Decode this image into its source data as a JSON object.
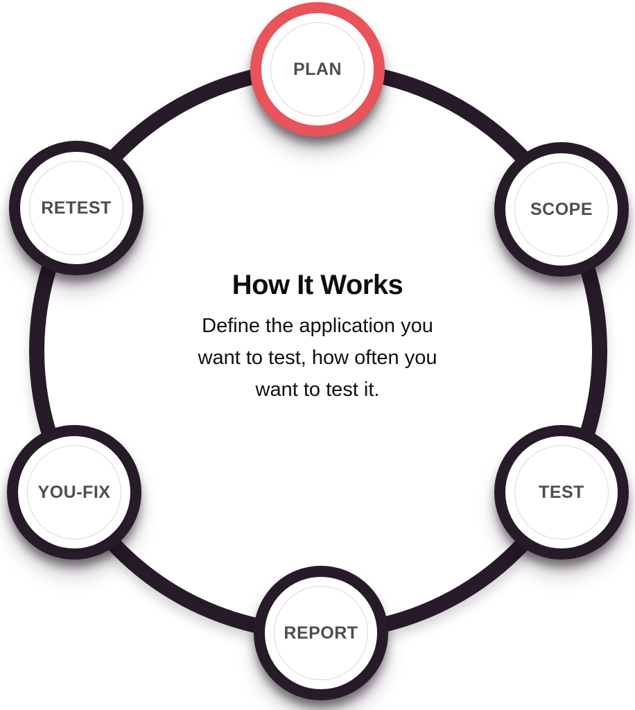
{
  "diagram": {
    "title": "How It Works",
    "description": "Define the application you want to test, how often you want to test it.",
    "description_lines": [
      "Define the application you",
      "want to test, how often you",
      "want to test it."
    ],
    "nodes": [
      {
        "label": "PLAN",
        "active": true
      },
      {
        "label": "SCOPE",
        "active": false
      },
      {
        "label": "TEST",
        "active": false
      },
      {
        "label": "REPORT",
        "active": false
      },
      {
        "label": "YOU-FIX",
        "active": false
      },
      {
        "label": "RETEST",
        "active": false
      }
    ],
    "colors": {
      "ring": "#271a29",
      "active_node_ring": "#e85459",
      "node_fill": "#ffffff",
      "node_label": "#4e4e4e",
      "inner_outline": "#d8d8d8",
      "text": "#0d0d0d",
      "background": "#ffffff"
    }
  }
}
